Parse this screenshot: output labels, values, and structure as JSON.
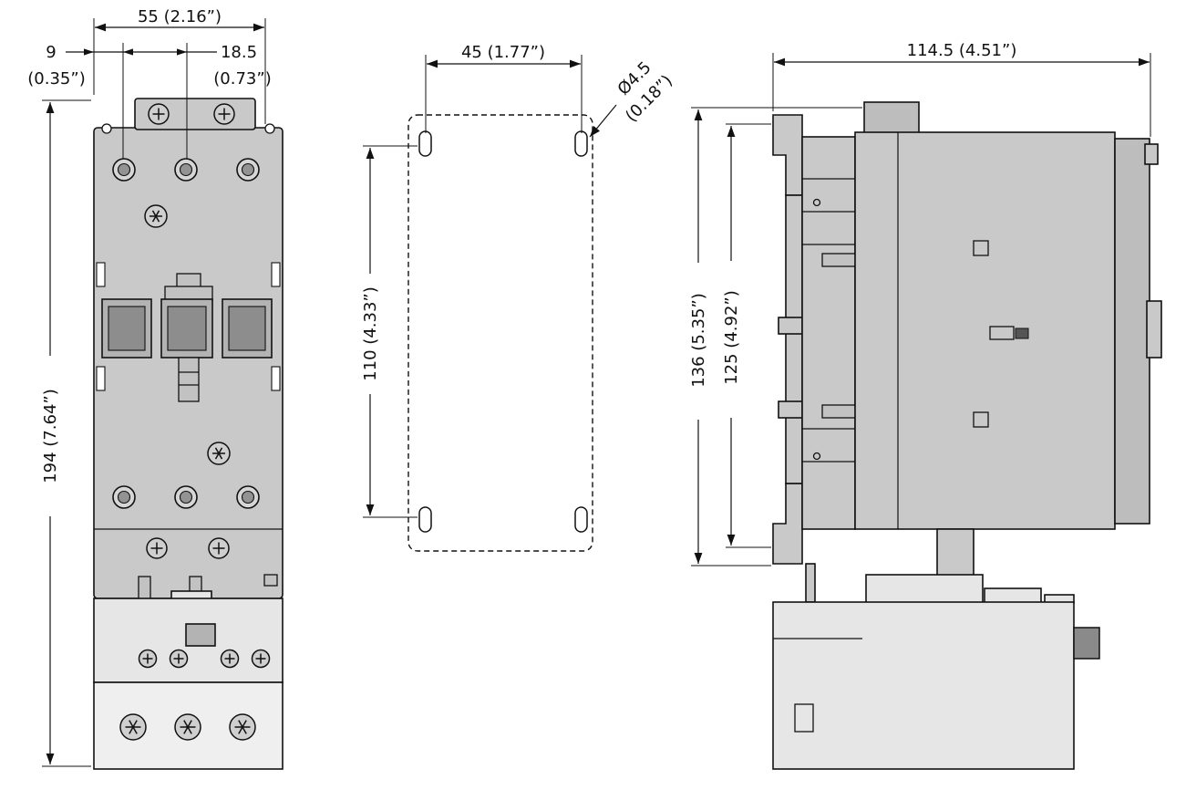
{
  "front": {
    "dim_width": "55 (2.16”)",
    "dim_offset_value": "9",
    "dim_offset_inch": "(0.35”)",
    "dim_pitch_value": "18.5",
    "dim_pitch_inch": "(0.73”)",
    "dim_height": "194 (7.64”)"
  },
  "mounting": {
    "dim_pitch_h": "45 (1.77”)",
    "dim_hole_dia": "Ø4.5",
    "dim_hole_dia_inch": "(0.18”)",
    "dim_pitch_v": "110 (4.33”)"
  },
  "side": {
    "dim_depth": "114.5 (4.51”)",
    "dim_height_outer": "136 (5.35”)",
    "dim_height_inner": "125 (4.92”)"
  },
  "colors": {
    "line": "#111111",
    "contactor_body": "#c9c9c9",
    "overload_relay": "#e6e6e6",
    "background": "#ffffff"
  }
}
